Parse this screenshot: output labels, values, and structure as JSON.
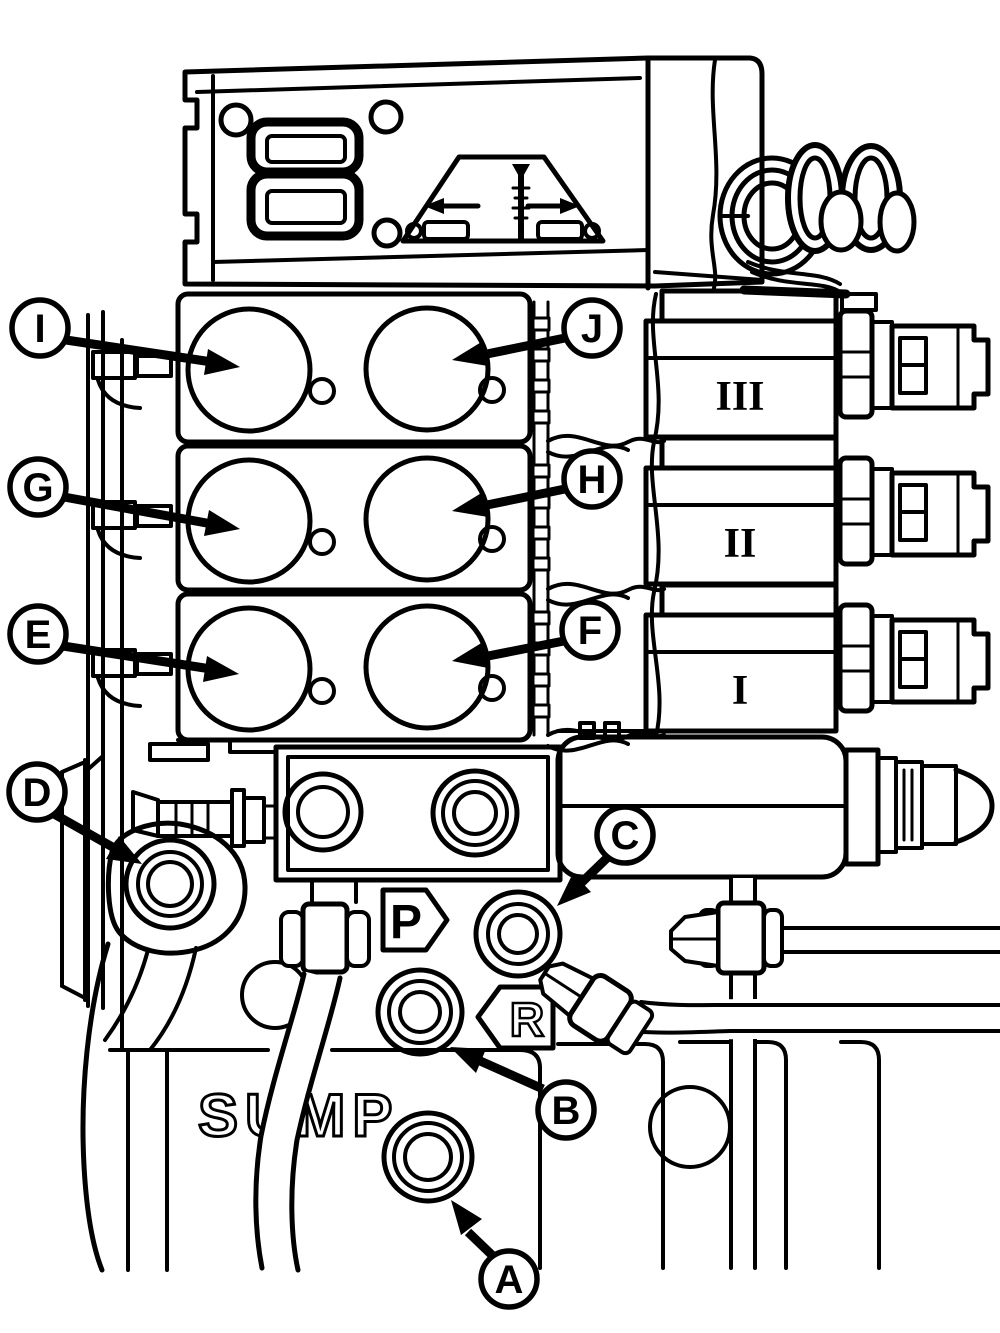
{
  "figure": {
    "background_color": "#ffffff",
    "line_color": "#000000"
  },
  "callouts": [
    {
      "letter": "I"
    },
    {
      "letter": "J"
    },
    {
      "letter": "G"
    },
    {
      "letter": "H"
    },
    {
      "letter": "E"
    },
    {
      "letter": "F"
    },
    {
      "letter": "D"
    },
    {
      "letter": "C"
    },
    {
      "letter": "B"
    },
    {
      "letter": "A"
    }
  ],
  "solenoid_sections": [
    {
      "numeral": "III"
    },
    {
      "numeral": "II"
    },
    {
      "numeral": "I"
    }
  ],
  "port_badges": {
    "pressure": "P",
    "return": "R"
  },
  "embossed_text": {
    "sump": "SUMP"
  }
}
